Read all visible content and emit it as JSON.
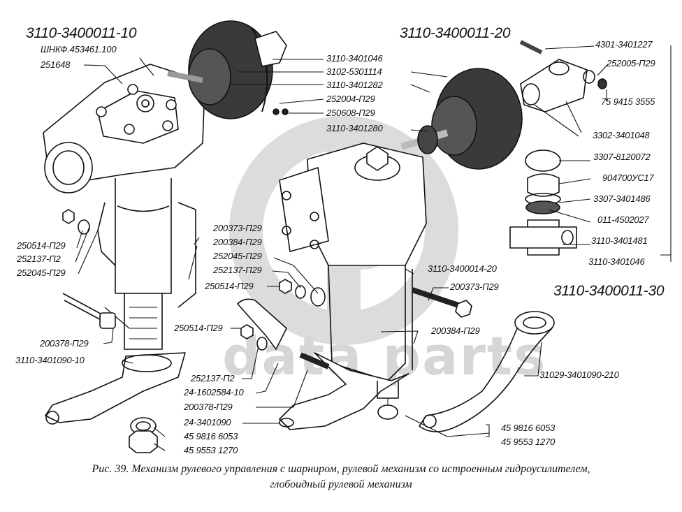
{
  "watermark": {
    "text": "data parts",
    "logo": "dp-logo-icon"
  },
  "assemblies": {
    "left": "3110-3400011-10",
    "middle": "3110-3400011-20",
    "right": "3110-3400011-30"
  },
  "labels": {
    "shnkf": "ШНКФ.453461.100",
    "l251648": "251648",
    "l3110_3401046_top": "3110-3401046",
    "l3102_5301114": "3102-5301114",
    "l3110_3401282": "3110-3401282",
    "l252004": "252004-П29",
    "l250608": "250608-П29",
    "l3110_3401280": "3110-3401280",
    "l4301_3401227": "4301-3401227",
    "l252005": "252005-П29",
    "l75_9415": "75 9415 3555",
    "l3302_3401048": "3302-3401048",
    "l3307_8120072": "3307-8120072",
    "l904700": "904700УС17",
    "l3307_3401486": "3307-3401486",
    "l011_4502027": "011-4502027",
    "l3110_3401481": "3110-3401481",
    "l3110_3401046_right": "3110-3401046",
    "l250514_left": "250514-П29",
    "l252137_p2_left": "252137-П2",
    "l252045_left": "252045-П29",
    "l200373_mid": "200373-П29",
    "l200384_mid": "200384-П29",
    "l252045_mid": "252045-П29",
    "l252137_mid": "252137-П29",
    "l250514_mid": "250514-П29",
    "l3110_3400014": "3110-3400014-20",
    "l200373_right": "200373-П29",
    "l200378_left": "200378-П29",
    "l3110_3401090": "3110-3401090-10",
    "l250514_low": "250514-П29",
    "l200384_right": "200384-П29",
    "l252137_p2_low": "252137-П2",
    "l24_1602584": "24-1602584-10",
    "l200378_low": "200378-П29",
    "l24_3401090": "24-3401090",
    "l45_9816_left": "45 9816 6053",
    "l45_9553_left": "45 9553 1270",
    "l31029": "31029-3401090-210",
    "l45_9816_right": "45 9816 6053",
    "l45_9553_right": "45 9553 1270"
  },
  "caption": {
    "line1": "Рис. 39. Механизм рулевого управления с шарниром, рулевой механизм со истроенным гидроусилителем,",
    "line2": "глобоидный рулевой механизм"
  }
}
